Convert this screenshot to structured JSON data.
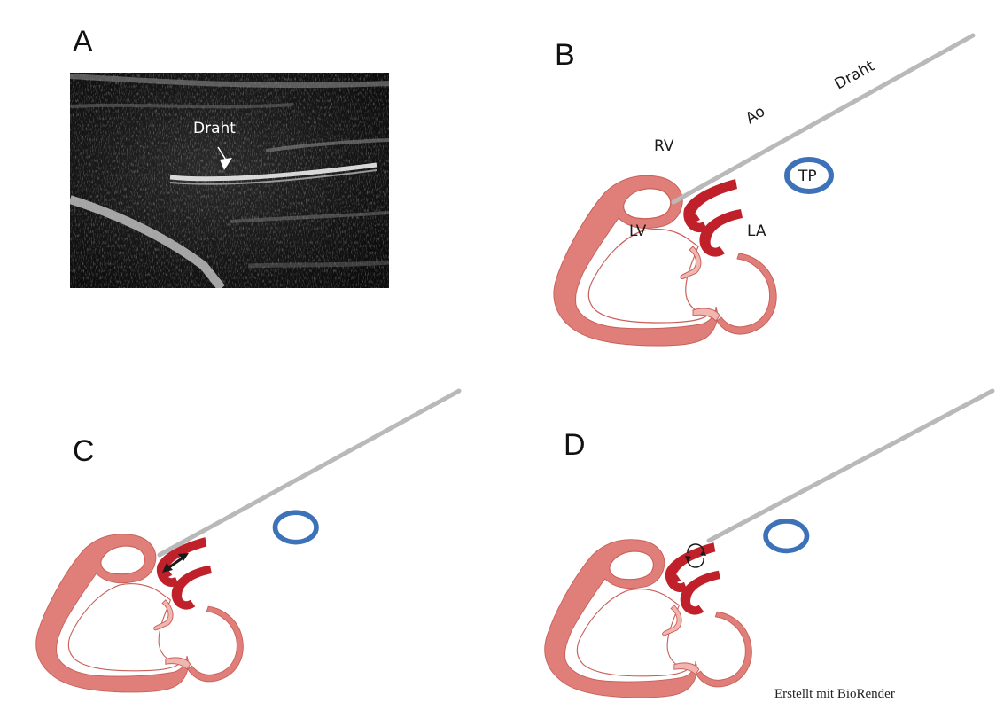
{
  "panels": {
    "a": {
      "letter": "A",
      "arrow_label": "Draht"
    },
    "b": {
      "letter": "B",
      "wire_label": "Draht",
      "labels": {
        "rv": "RV",
        "ao": "Ao",
        "tp": "TP",
        "lv": "LV",
        "la": "LA"
      }
    },
    "c": {
      "letter": "C"
    },
    "d": {
      "letter": "D"
    }
  },
  "credit": "Erstellt mit BioRender",
  "colors": {
    "myocardium": "#e07f79",
    "myocardium_edge": "#c9605a",
    "artery": "#c0202a",
    "pulmonary_vessel": "#3d72b8",
    "wire": "#b9b9b9",
    "valve_leaflet": "#f2b6b1"
  }
}
